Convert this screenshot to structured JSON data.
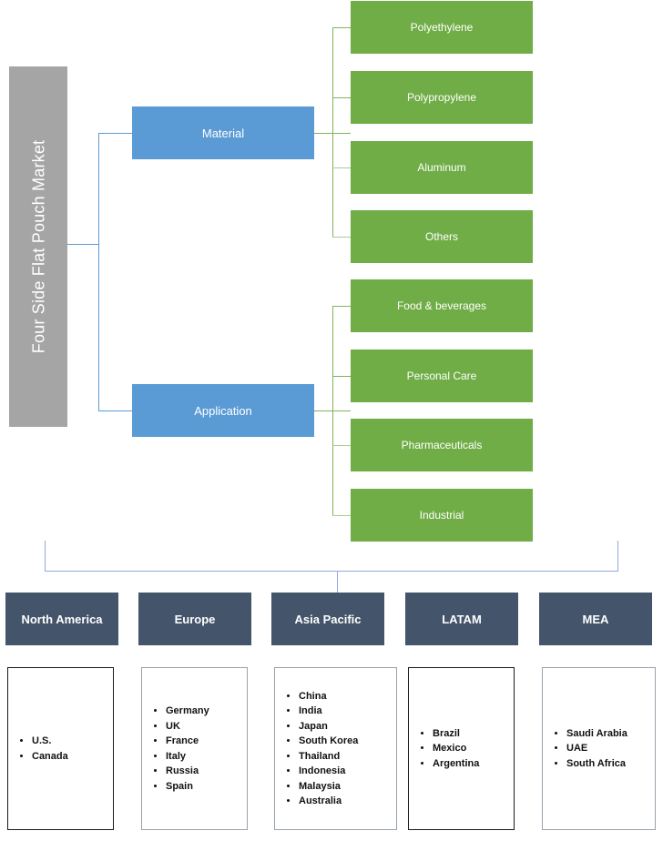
{
  "root": {
    "label": "Four Side Flat Pouch Market",
    "color": "#a5a5a5"
  },
  "segments": [
    {
      "label": "Material",
      "color": "#5b9bd5",
      "children": [
        {
          "label": "Polyethylene"
        },
        {
          "label": "Polypropylene"
        },
        {
          "label": "Aluminum"
        },
        {
          "label": "Others"
        }
      ]
    },
    {
      "label": "Application",
      "color": "#5b9bd5",
      "children": [
        {
          "label": "Food & beverages"
        },
        {
          "label": "Personal Care"
        },
        {
          "label": "Pharmaceuticals"
        },
        {
          "label": "Industrial"
        }
      ]
    }
  ],
  "child_color": "#70ad47",
  "regions": [
    {
      "label": "North America",
      "countries": [
        "U.S.",
        "Canada"
      ]
    },
    {
      "label": "Europe",
      "countries": [
        "Germany",
        "UK",
        "France",
        "Italy",
        "Russia",
        "Spain"
      ]
    },
    {
      "label": "Asia Pacific",
      "countries": [
        "China",
        "India",
        "Japan",
        "South Korea",
        "Thailand",
        "Indonesia",
        "Malaysia",
        "Australia"
      ]
    },
    {
      "label": "LATAM",
      "countries": [
        "Brazil",
        "Mexico",
        "Argentina"
      ]
    },
    {
      "label": "MEA",
      "countries": [
        "Saudi Arabia",
        "UAE",
        "South Africa"
      ]
    }
  ],
  "region_color": "#44546a",
  "connector_colors": {
    "level1": "#5b9bd5",
    "level2": "#7fb35a",
    "region_bus": "#8faadc"
  }
}
